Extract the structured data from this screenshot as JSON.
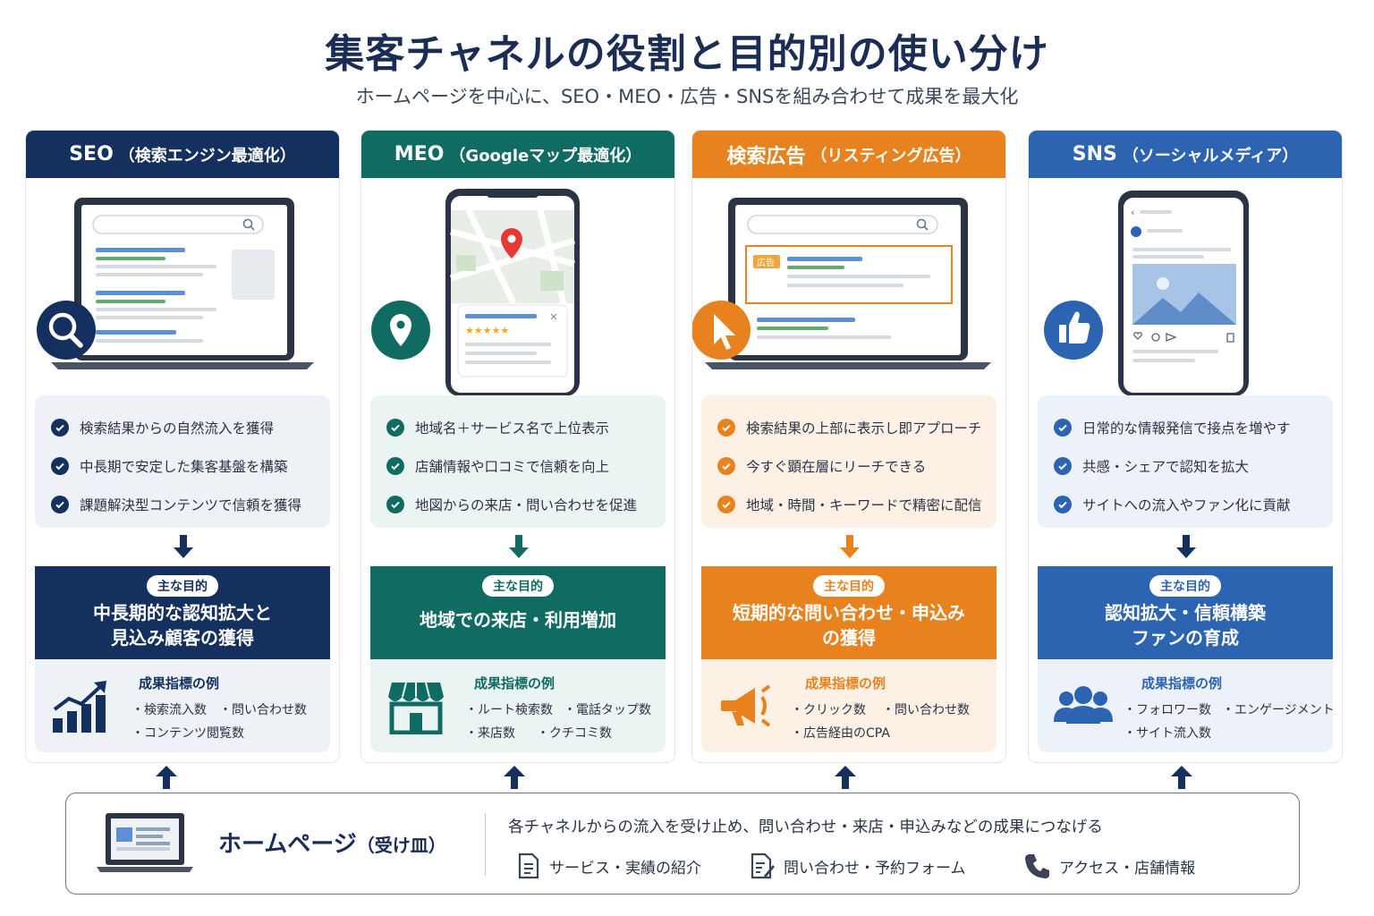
{
  "title": "集客チャネルの役割と目的別の使い分け",
  "subtitle": "ホームページを中心に、SEO・MEO・広告・SNSを組み合わせて成果を最大化",
  "colors": {
    "seo": "#14305f",
    "meo": "#106b63",
    "ad": "#e8821e",
    "sns": "#2d64b1"
  },
  "channels": [
    {
      "name": "SEO",
      "sub": "（検索エンジン最適化）",
      "features": [
        "検索結果からの自然流入を獲得",
        "中長期で安定した集客基盤を構築",
        "課題解決型コンテンツで信頼を獲得"
      ],
      "goal_label": "主な目的",
      "goal": [
        "中長期的な認知拡大と",
        "見込み顧客の獲得"
      ],
      "metrics_title": "成果指標の例",
      "metrics": [
        "・検索流入数",
        "・問い合わせ数",
        "・コンテンツ閲覧数"
      ]
    },
    {
      "name": "MEO",
      "sub": "（Googleマップ最適化）",
      "features": [
        "地域名＋サービス名で上位表示",
        "店舗情報や口コミで信頼を向上",
        "地図からの来店・問い合わせを促進"
      ],
      "goal_label": "主な目的",
      "goal": [
        "地域での来店・利用増加"
      ],
      "metrics_title": "成果指標の例",
      "metrics": [
        "・ルート検索数",
        "・電話タップ数",
        "・来店数",
        "・クチコミ数"
      ]
    },
    {
      "name": "検索広告",
      "sub": "（リスティング広告）",
      "features": [
        "検索結果の上部に表示し即アプローチ",
        "今すぐ顕在層にリーチできる",
        "地域・時間・キーワードで精密に配信"
      ],
      "goal_label": "主な目的",
      "goal": [
        "短期的な問い合わせ・申込み",
        "の獲得"
      ],
      "metrics_title": "成果指標の例",
      "metrics": [
        "・クリック数",
        "・問い合わせ数",
        "・広告経由のCPA"
      ],
      "ad_badge": "広告"
    },
    {
      "name": "SNS",
      "sub": "（ソーシャルメディア）",
      "features": [
        "日常的な情報発信で接点を増やす",
        "共感・シェアで認知を拡大",
        "サイトへの流入やファン化に貢献"
      ],
      "goal_label": "主な目的",
      "goal": [
        "認知拡大・信頼構築",
        "ファンの育成"
      ],
      "metrics_title": "成果指標の例",
      "metrics": [
        "・フォロワー数",
        "・エンゲージメント",
        "・サイト流入数"
      ]
    }
  ],
  "home": {
    "title": "ホームページ",
    "title_sub": "（受け皿）",
    "description": "各チャネルからの流入を受け止め、問い合わせ・来店・申込みなどの成果につなげる",
    "features": [
      "サービス・実績の紹介",
      "問い合わせ・予約フォーム",
      "アクセス・店舗情報"
    ],
    "feature_icons": [
      "document-icon",
      "form-icon",
      "phone-icon"
    ]
  }
}
